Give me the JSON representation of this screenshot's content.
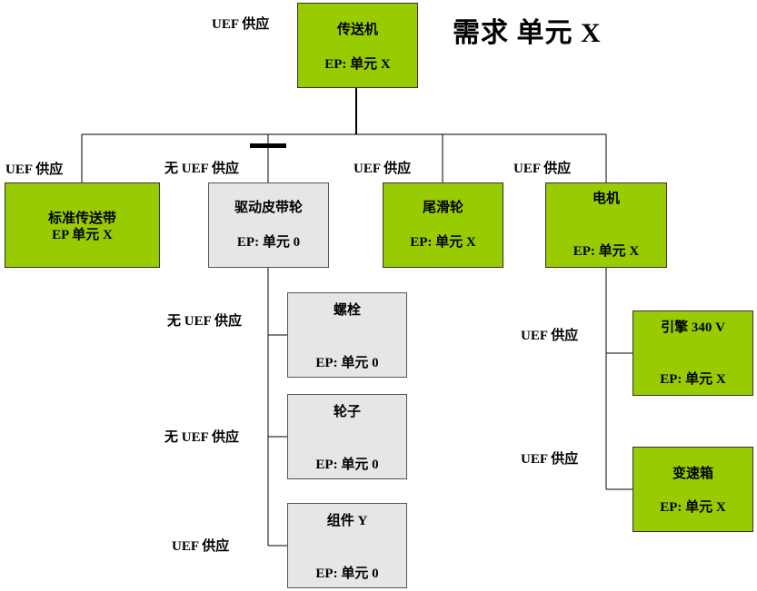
{
  "title": "需求 单元 X",
  "nodes": {
    "root": {
      "name": "传送机",
      "ep": "EP: 单元 X",
      "supply": "UEF 供应"
    },
    "std_belt": {
      "name": "标准传送带",
      "ep": "EP 单元 X",
      "supply": "UEF 供应"
    },
    "drive_pulley": {
      "name": "驱动皮带轮",
      "ep": "EP: 单元 0",
      "supply": "无 UEF 供应"
    },
    "tail_pulley": {
      "name": "尾滑轮",
      "ep": "EP: 单元 X",
      "supply": "UEF 供应"
    },
    "motor": {
      "name": "电机",
      "ep": "EP: 单元 X",
      "supply": "UEF 供应"
    },
    "bolt": {
      "name": "螺栓",
      "ep": "EP: 单元 0",
      "supply": "无 UEF 供应"
    },
    "wheel": {
      "name": "轮子",
      "ep": "EP: 单元 0",
      "supply": "无 UEF 供应"
    },
    "assembly_y": {
      "name": "组件 Y",
      "ep": "EP: 单元 0",
      "supply": "UEF 供应"
    },
    "engine": {
      "name": "引擎 340 V",
      "ep": "EP: 单元 X",
      "supply": "UEF 供应"
    },
    "gearbox": {
      "name": "变速箱",
      "ep": "EP: 单元 X",
      "supply": "UEF 供应"
    }
  },
  "colors": {
    "supplied": "#99cc00",
    "not_supplied": "#e6e6e6",
    "line": "#000000"
  }
}
